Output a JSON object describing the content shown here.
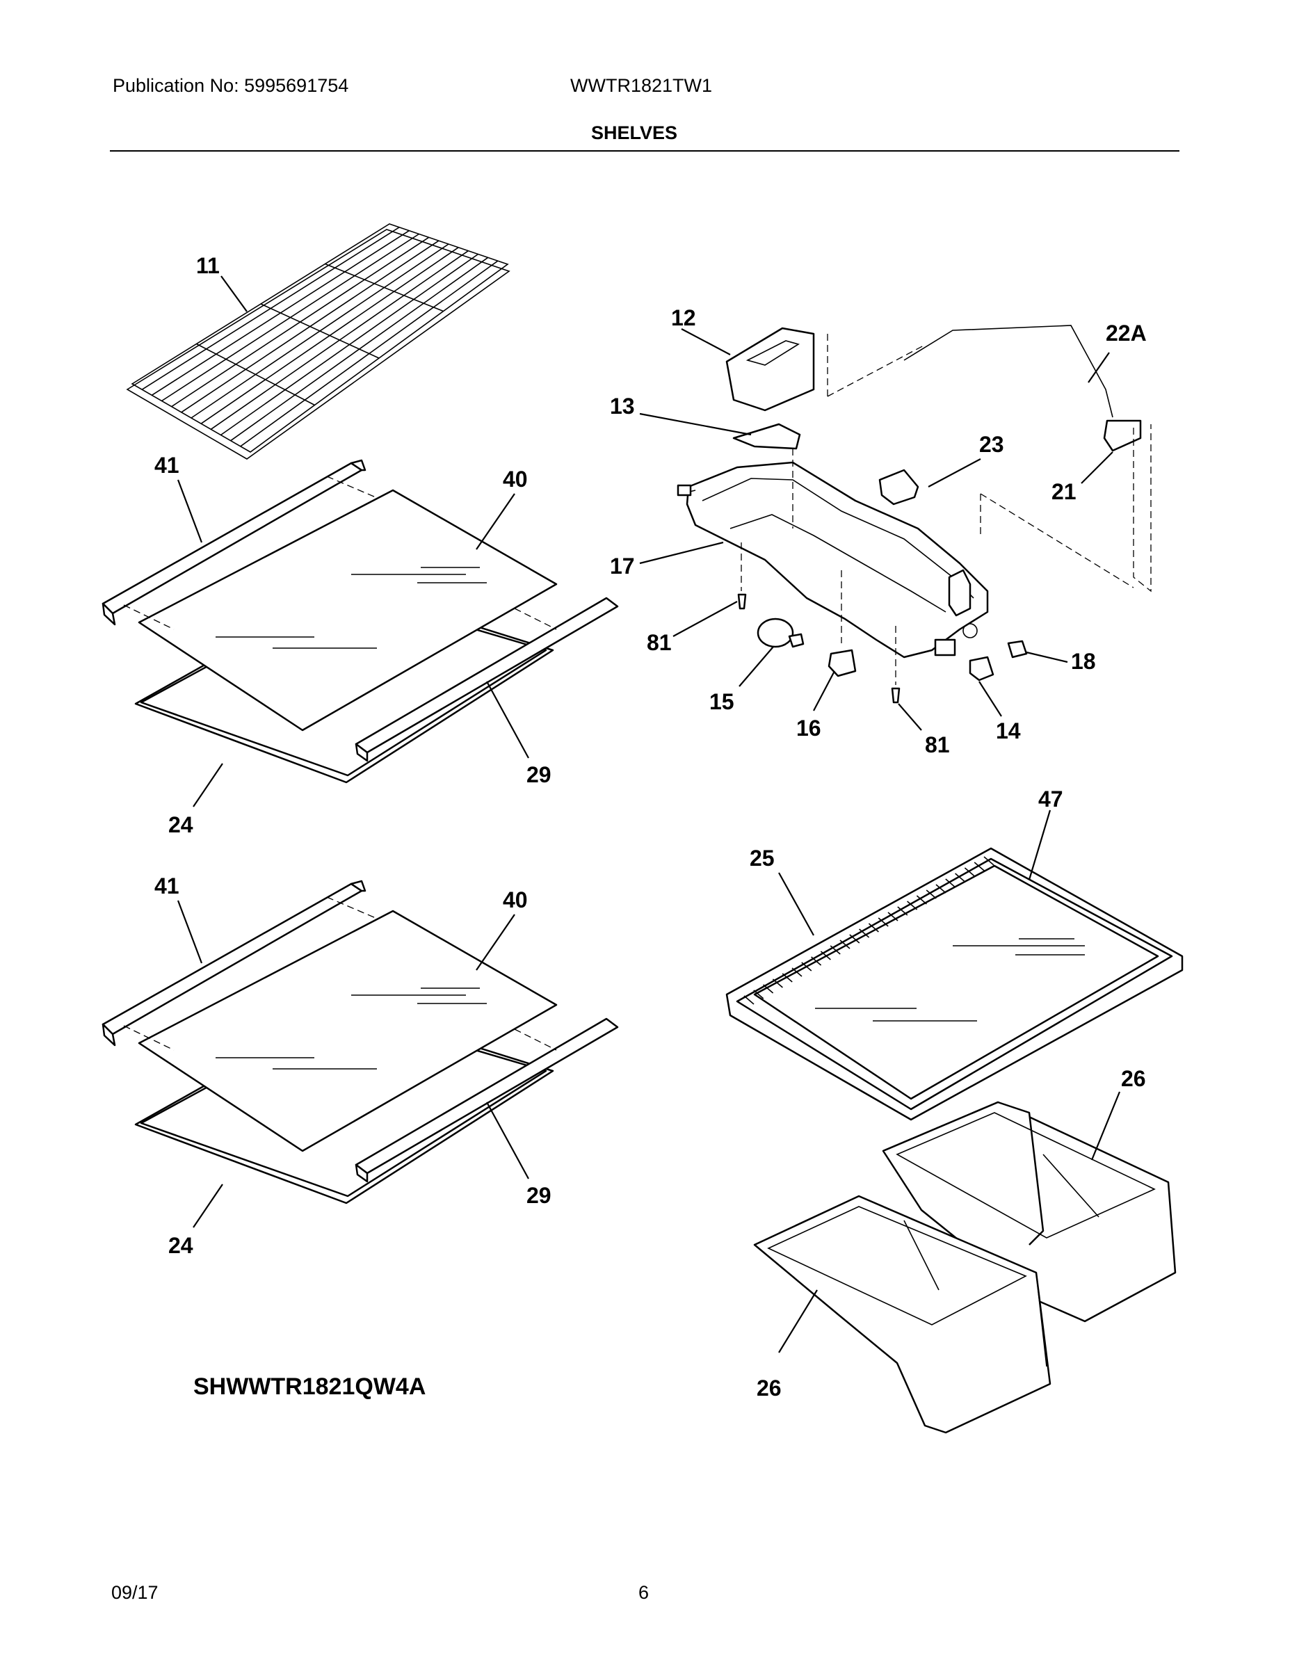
{
  "header": {
    "publication": "Publication No: 5995691754",
    "model": "WWTR1821TW1",
    "section": "SHELVES"
  },
  "footer": {
    "date": "09/17",
    "page": "6"
  },
  "diagram": {
    "assembly_code": "SHWWTR1821QW4A",
    "callouts": {
      "wire_shelf": "11",
      "cover": "12",
      "baffle": "13",
      "switch": "14",
      "lamp_bulb": "15",
      "socket": "16",
      "housing": "17",
      "knob": "18",
      "connector": "21",
      "harness": "22A",
      "control": "23",
      "frame_upper": "24",
      "frame_lower": "24",
      "crisper_cover": "25",
      "pan_right": "26",
      "pan_left": "26",
      "rear_trim_upper": "29",
      "rear_trim_lower": "29",
      "glass_upper": "40",
      "glass_lower": "40",
      "front_trim_upper": "41",
      "front_trim_lower": "41",
      "insert": "47",
      "screw_left": "81",
      "screw_right": "81"
    }
  }
}
